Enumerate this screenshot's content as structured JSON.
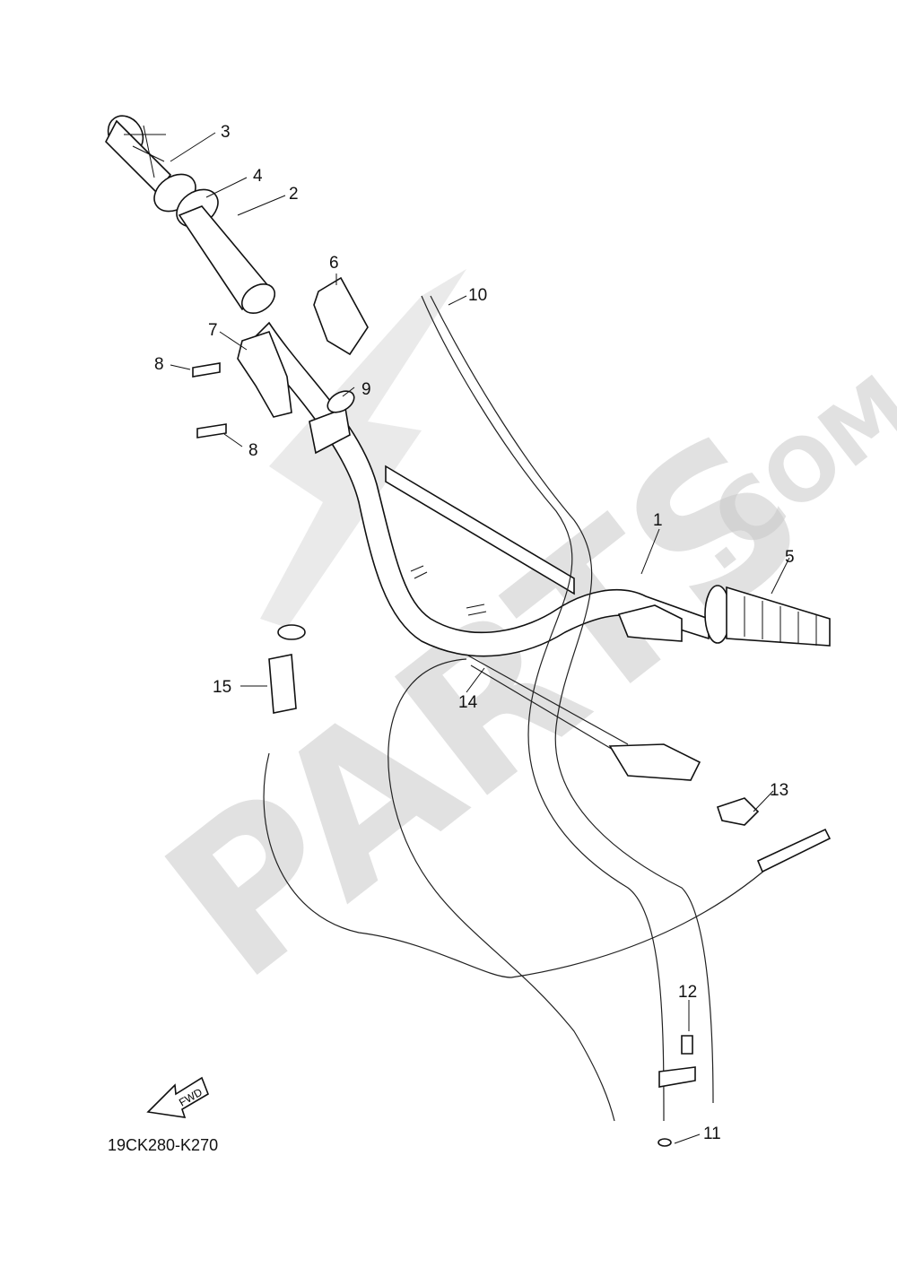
{
  "watermark": {
    "brand": "PARTS",
    "suffix": ".COM"
  },
  "diagram_code": "19CK280-K270",
  "fwd_label": "FWD",
  "callouts": [
    {
      "id": "1",
      "text": "1"
    },
    {
      "id": "2",
      "text": "2"
    },
    {
      "id": "3",
      "text": "3"
    },
    {
      "id": "4",
      "text": "4"
    },
    {
      "id": "5",
      "text": "5"
    },
    {
      "id": "6",
      "text": "6"
    },
    {
      "id": "7",
      "text": "7"
    },
    {
      "id": "8a",
      "text": "8"
    },
    {
      "id": "8b",
      "text": "8"
    },
    {
      "id": "9",
      "text": "9"
    },
    {
      "id": "10",
      "text": "10"
    },
    {
      "id": "11",
      "text": "11"
    },
    {
      "id": "12",
      "text": "12"
    },
    {
      "id": "13",
      "text": "13"
    },
    {
      "id": "14",
      "text": "14"
    },
    {
      "id": "15",
      "text": "15"
    }
  ]
}
